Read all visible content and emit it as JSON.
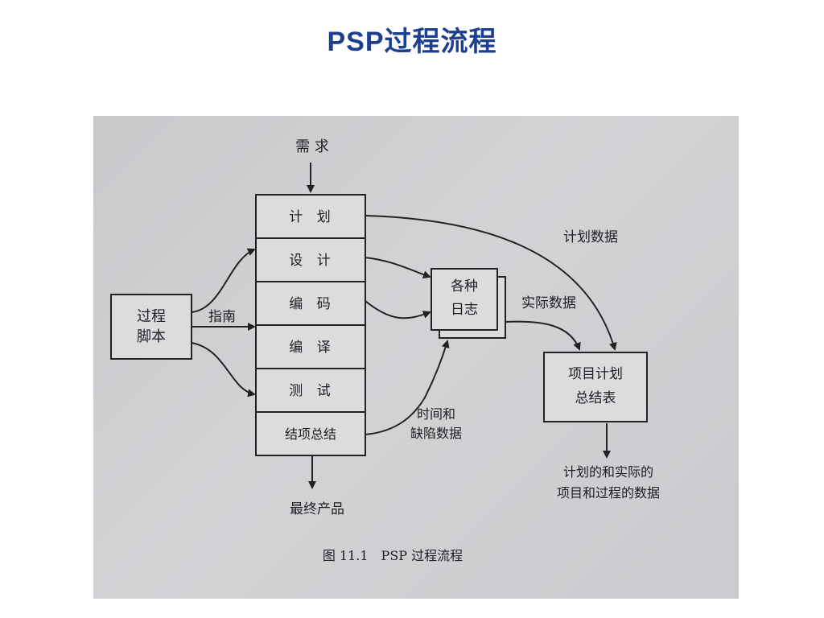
{
  "slide_title": "PSP过程流程",
  "diagram": {
    "requirements": "需 求",
    "process_steps": [
      "计 划",
      "设 计",
      "编 码",
      "编 译",
      "测 试",
      "结项总结"
    ],
    "process_script": {
      "line1": "过程",
      "line2": "脚本"
    },
    "guide_label": "指南",
    "logs_box": {
      "line1": "各种",
      "line2": "日志"
    },
    "plan_data_label": "计划数据",
    "actual_data_label": "实际数据",
    "time_defect_label": {
      "line1": "时间和",
      "line2": "缺陷数据"
    },
    "summary_box": {
      "line1": "项目计划",
      "line2": "总结表"
    },
    "output_label": {
      "line1": "计划的和实际的",
      "line2": "项目和过程的数据"
    },
    "final_product": "最终产品",
    "caption": "图 11.1　PSP 过程流程"
  },
  "colors": {
    "title": "#1d3f8f",
    "photo_background": "#cecfd2",
    "ink": "#222222"
  }
}
